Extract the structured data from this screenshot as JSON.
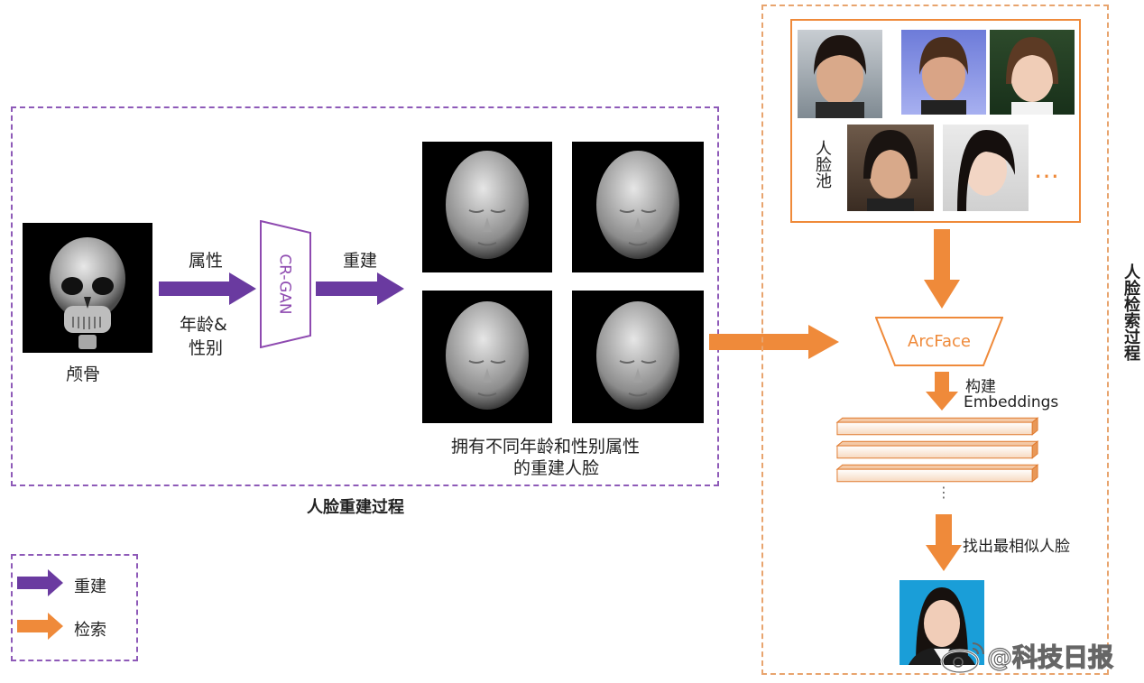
{
  "reconstruction": {
    "section_title": "人脸重建过程",
    "skull_label": "颅骨",
    "attr_label": "属性",
    "attr_detail_line1": "年龄&",
    "attr_detail_line2": "性别",
    "model_label": "CR-GAN",
    "rebuild_label": "重建",
    "result_caption_line1": "拥有不同年龄和性别属性",
    "result_caption_line2": "的重建人脸"
  },
  "retrieval": {
    "section_title": "人脸检索过程",
    "pool_label": "人脸池",
    "ellipsis": "…",
    "model_label": "ArcFace",
    "build_label_line1": "构建",
    "build_label_line2": "Embeddings",
    "vdots": "⋮",
    "find_label": "找出最相似人脸"
  },
  "legend": {
    "items": [
      {
        "label": "重建",
        "color": "#6a3aa0"
      },
      {
        "label": "检索",
        "color": "#ef8a3a"
      }
    ]
  },
  "watermark": "@科技日报",
  "colors": {
    "purple": "#6a3aa0",
    "orange": "#ef8a3a"
  }
}
